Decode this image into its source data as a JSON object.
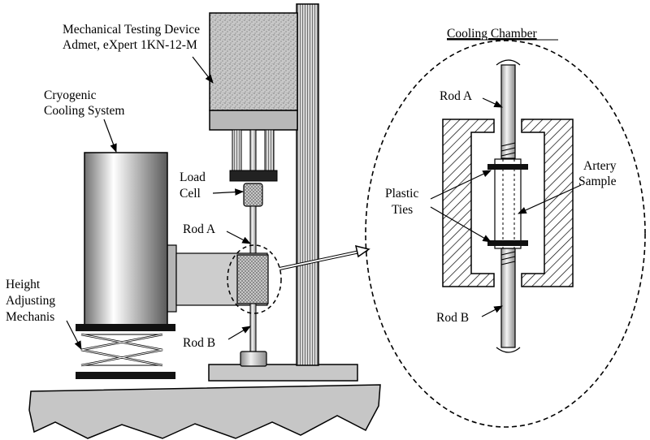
{
  "labels": {
    "device_line1": "Mechanical Testing Device",
    "device_line2": "Admet, eXpert 1KN-12-M",
    "cryo_line1": "Cryogenic",
    "cryo_line2": "Cooling System",
    "load_cell_line1": "Load",
    "load_cell_line2": "Cell",
    "rod_a": "Rod A",
    "rod_b": "Rod B",
    "height_line1": "Height",
    "height_line2": "Adjusting",
    "height_line3": "Mechanis",
    "chamber_title": "Cooling Chamber",
    "detail_rod_a": "Rod A",
    "detail_rod_b": "Rod B",
    "plastic_line1": "Plastic",
    "plastic_line2": "Ties",
    "artery_line1": "Artery",
    "artery_line2": "Sample"
  }
}
